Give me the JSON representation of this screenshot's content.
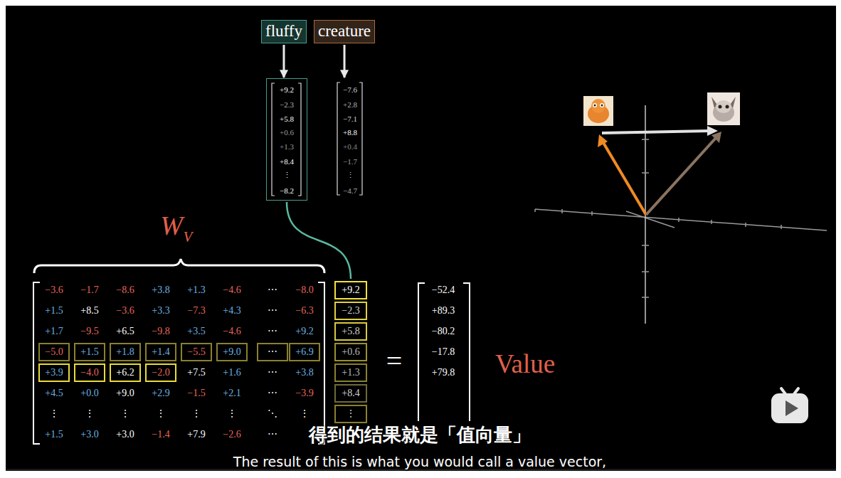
{
  "diagram": {
    "nodes": [
      {
        "text": [
          "fluffy"
        ]
      },
      {
        "text": [
          "creature"
        ]
      },
      {
        "text": [
          "+9.2",
          "−2.3",
          "+5.8",
          "+0.6",
          "+1.3",
          "+8.4",
          "⋮",
          "−8.2"
        ]
      },
      {
        "text": [
          "−7.6",
          "+2.8",
          "−7.1",
          "+8.8",
          "+0.4",
          "−1.7",
          "⋮",
          "−4.7"
        ]
      },
      {
        "text": [
          "+9.2",
          "−2.3",
          "+5.8",
          "+0.6",
          "+1.3",
          "+8.4",
          "⋮"
        ]
      }
    ],
    "edges": [
      {
        "from": 0,
        "to": 2,
        "arrow": "to"
      },
      {
        "from": 1,
        "to": 3,
        "arrow": "to"
      },
      {
        "from": 2,
        "to": 4,
        "arrow": "none"
      }
    ],
    "labels": [
      "W",
      "V",
      "−3.6",
      "−1.7",
      "−8.6",
      "+3.8",
      "+1.3",
      "−4.6",
      "⋯",
      "−8.0",
      "+1.5",
      "+8.5",
      "−3.6",
      "+3.3",
      "−7.3",
      "+4.3",
      "⋯",
      "−6.3",
      "+1.7",
      "−9.5",
      "+6.5",
      "−9.8",
      "+3.5",
      "−4.6",
      "⋯",
      "+9.2",
      "−5.0",
      "+1.5",
      "+1.8",
      "+1.4",
      "−5.5",
      "+9.0",
      "⋯",
      "+6.9",
      "+3.9",
      "−4.0",
      "+6.2",
      "−2.0",
      "+7.5",
      "+1.6",
      "⋯",
      "+3.8",
      "+4.5",
      "+0.0",
      "+9.0",
      "+2.9",
      "−1.5",
      "+2.1",
      "⋯",
      "−3.9",
      "⋮",
      "⋮",
      "⋮",
      "⋮",
      "⋮",
      "⋮",
      "⋱",
      "⋮",
      "+1.5",
      "+3.0",
      "+3.0",
      "−1.4",
      "+7.9",
      "−2.6",
      "⋯",
      "=",
      "−52.4",
      "+89.3",
      "−80.2",
      "−17.8",
      "+79.8",
      "Value",
      "得到的结果就是「值向量」",
      "The result of this is what you would call a value vector,"
    ]
  }
}
